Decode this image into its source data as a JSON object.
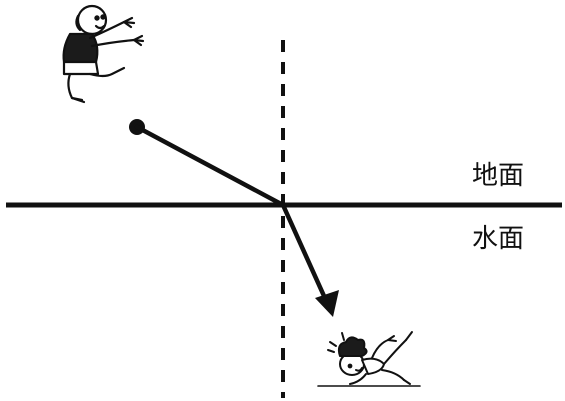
{
  "labels": {
    "ground": "地面",
    "water": "水面"
  },
  "colors": {
    "ink": "#111111",
    "background": "#ffffff"
  },
  "figures": {
    "top": "jumping-man-illustration",
    "bottom": "falling-child-illustration"
  }
}
